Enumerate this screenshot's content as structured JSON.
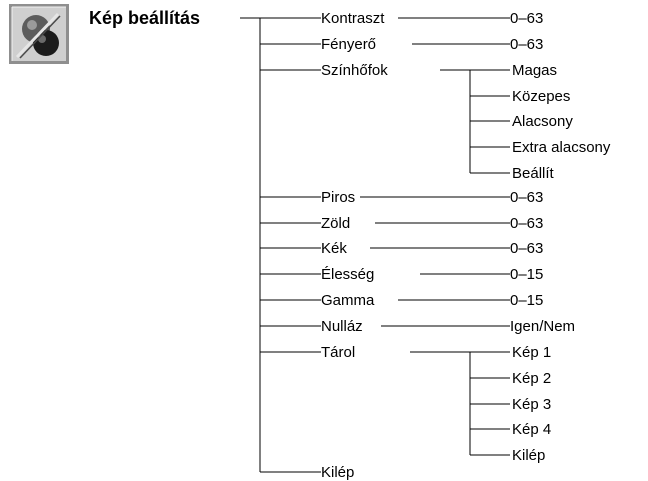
{
  "icon": {
    "name": "picture-settings-icon",
    "color_frame": "#8a8a8a",
    "color_bg": "#c8c8c8"
  },
  "title": "Kép beállítás",
  "menu": {
    "kontraszt": {
      "label": "Kontraszt",
      "value": "0–63"
    },
    "fenyero": {
      "label": "Fényerő",
      "value": "0–63"
    },
    "szinhofok": {
      "label": "Színhőfok",
      "options": [
        "Magas",
        "Közepes",
        "Alacsony",
        "Extra alacsony",
        "Beállít"
      ]
    },
    "piros": {
      "label": "Piros",
      "value": "0–63"
    },
    "zold": {
      "label": "Zöld",
      "value": "0–63"
    },
    "kek": {
      "label": "Kék",
      "value": "0–63"
    },
    "elesseg": {
      "label": "Élesség",
      "value": "0–15"
    },
    "gamma": {
      "label": "Gamma",
      "value": "0–15"
    },
    "nullaz": {
      "label": "Nulláz",
      "value": "Igen/Nem"
    },
    "tarol": {
      "label": "Tárol",
      "options": [
        "Kép 1",
        "Kép 2",
        "Kép 3",
        "Kép 4",
        "Kilép"
      ]
    },
    "kilep": {
      "label": "Kilép"
    }
  }
}
